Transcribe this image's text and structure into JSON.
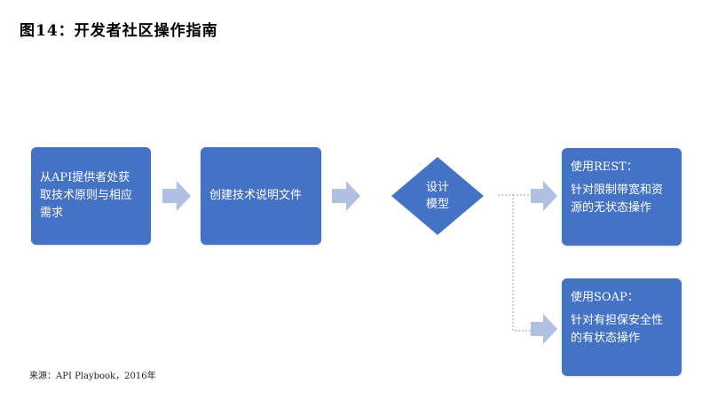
{
  "title": "图14：开发者社区操作指南",
  "flow": {
    "step1": {
      "lines": [
        "从API提供者处获",
        "取技术原则与相应",
        "需求"
      ]
    },
    "step2": {
      "text": "创建技术说明文件"
    },
    "decision": {
      "lines": [
        "设计",
        "模型"
      ]
    },
    "rest": {
      "heading": "使用REST：",
      "lines": [
        "针对限制带宽和资",
        "源的无状态操作"
      ]
    },
    "soap": {
      "heading": "使用SOAP：",
      "lines": [
        "针对有担保安全性",
        "的有状态操作"
      ]
    }
  },
  "colors": {
    "box": "#4472C4",
    "arrow": "#AFC0E3",
    "connector": "#9A9A9A"
  },
  "source": "来源：API Playbook，2016年"
}
